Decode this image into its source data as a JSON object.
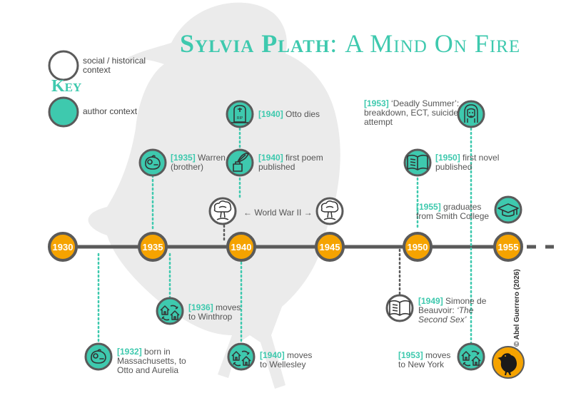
{
  "title": {
    "main": "Sylvia Plath",
    "colon": ":",
    "sub": "A Mind On Fire"
  },
  "key": {
    "heading": "Key",
    "social_label_1": "social / historical",
    "social_label_2": "context",
    "author_label": "author context"
  },
  "years": [
    "1930",
    "1935",
    "1940",
    "1945",
    "1950",
    "1955"
  ],
  "ww2_label": "← World War II →",
  "events": {
    "e1932": {
      "year": "[1932]",
      "l1": " born in",
      "l2": "Massachusetts, to",
      "l3": "Otto and Aurelia"
    },
    "e1935": {
      "year": "[1935]",
      "l1": " Warren",
      "l2": "(brother)"
    },
    "e1936": {
      "year": "[1936]",
      "l1": " moves",
      "l2": "to Winthrop"
    },
    "e1940dies": {
      "year": "[1940]",
      "l1": " Otto dies"
    },
    "e1940poem": {
      "year": "[1940]",
      "l1": " first poem",
      "l2": "published"
    },
    "e1940moves": {
      "year": "[1940]",
      "l1": " moves",
      "l2": "to Wellesley"
    },
    "e1949": {
      "year": "[1949]",
      "l1": " Simone de",
      "l2a": "Beauvoir: ",
      "l2b": "‘The",
      "l3": "Second Sex’"
    },
    "e1950": {
      "year": "[1950]",
      "l1": " first novel",
      "l2": "published"
    },
    "e1953summer": {
      "year": "[1953]",
      "l1": " ‘Deadly Summer’:",
      "l2": "breakdown, ECT, suicide",
      "l3": "attempt"
    },
    "e1953moves": {
      "year": "[1953]",
      "l1": " moves",
      "l2": "to New York"
    },
    "e1955": {
      "year": "[1955]",
      "l1": " graduates",
      "l2": "from Smith College"
    }
  },
  "credit": "© Abel Guerrero (2026)",
  "tombstone_text": "RIP",
  "colors": {
    "teal": "#3ec9ae",
    "orange": "#f5a300",
    "line": "#5a5a5a",
    "crow_bg": "#ebebeb"
  }
}
